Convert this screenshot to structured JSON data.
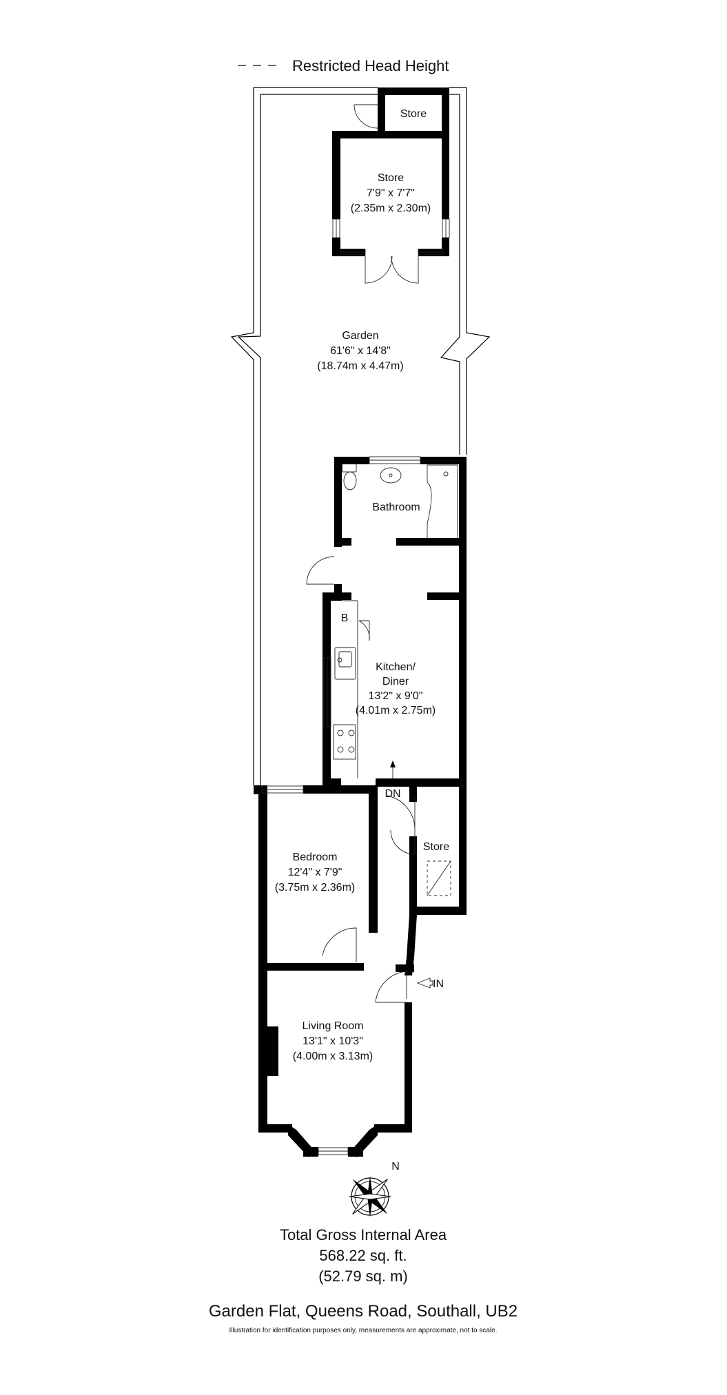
{
  "legend": {
    "text": "Restricted Head Height"
  },
  "rooms": {
    "store_small": {
      "name": "Store"
    },
    "store_outbuilding": {
      "name": "Store",
      "imperial": "7'9\" x 7'7\"",
      "metric": "(2.35m x 2.30m)"
    },
    "garden": {
      "name": "Garden",
      "imperial": "61'6\" x 14'8\"",
      "metric": "(18.74m x 4.47m)"
    },
    "bathroom": {
      "name": "Bathroom"
    },
    "boiler": {
      "name": "B"
    },
    "kitchen": {
      "name_line1": "Kitchen/",
      "name_line2": "Diner",
      "imperial": "13'2\" x 9'0\"",
      "metric": "(4.01m x 2.75m)"
    },
    "store_hall": {
      "name": "Store"
    },
    "bedroom": {
      "name": "Bedroom",
      "imperial": "12'4\" x 7'9\"",
      "metric": "(3.75m x 2.36m)"
    },
    "living": {
      "name": "Living Room",
      "imperial": "13'1\" x 10'3\"",
      "metric": "(4.00m x 3.13m)"
    }
  },
  "markers": {
    "down": "DN",
    "entrance": "IN",
    "north": "N"
  },
  "area": {
    "title": "Total Gross Internal Area",
    "sqft": "568.22 sq. ft.",
    "sqm": "(52.79 sq. m)"
  },
  "address": "Garden Flat, Queens Road, Southall, UB2",
  "disclaimer": "Illustration for identification purposes only, measurements are approximate, not to scale."
}
